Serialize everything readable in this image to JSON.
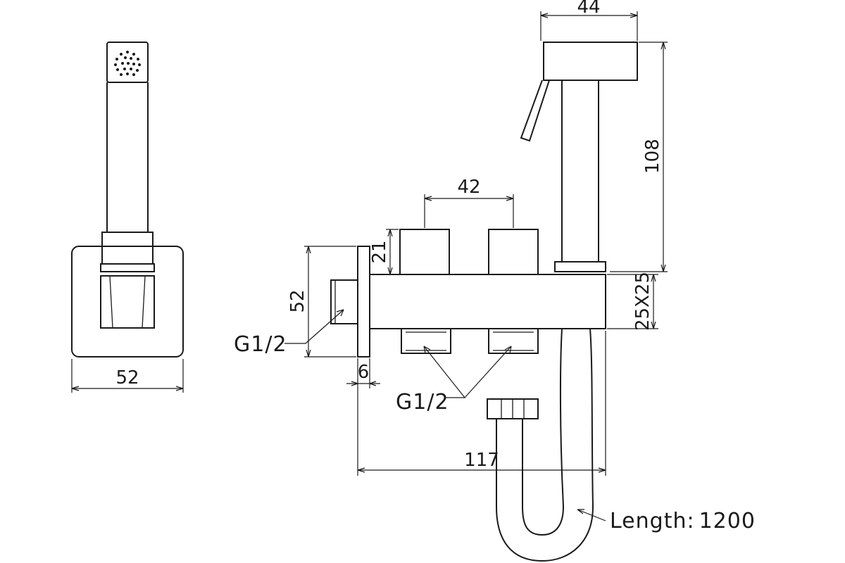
{
  "dimensions": {
    "front_width": "52",
    "side_height": "52",
    "top_width": "44",
    "handle_height": "108",
    "valve_spacing": "42",
    "valve_height": "21",
    "body_section": "25X25",
    "plate_thickness": "6",
    "body_length": "117"
  },
  "threads": {
    "inlet": "G1/2",
    "outlets": "G1/2"
  },
  "hose": {
    "length_label": "Length",
    "length_sep": ":",
    "length_value": "1200"
  }
}
